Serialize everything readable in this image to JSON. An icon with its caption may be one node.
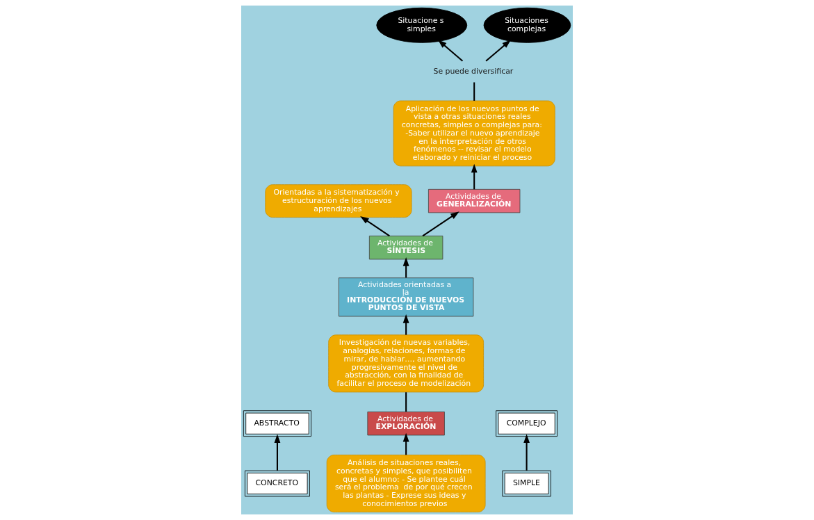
{
  "diagram": {
    "nodes": [
      {
        "text": [
          "ABSTRACTO"
        ]
      },
      {
        "text": [
          "Actividades de",
          "SÍNTESIS"
        ]
      },
      {
        "text": [
          "Orientadas a la sistematización y estructuración de los nuevos aprendizajes"
        ]
      },
      {
        "text": [
          "Actividades orientadas a la",
          "INTRODUCCIÓN DE NUEVOS PUNTOS DE VISTA"
        ]
      },
      {
        "text": [
          "Investigación de nuevas variables, analogías, relaciones, formas de mirar, de hablar…, aumentando progresivamente el nivel de abstracción, con la finalidad de facilitar el proceso de modelización"
        ]
      },
      {
        "text": [
          "Actividades de",
          "GENERALIZACIÓN"
        ]
      },
      {
        "text": [
          "Actividades de",
          "EXPLORACIÓN"
        ]
      },
      {
        "text": [
          "Aplicación de los nuevos puntos de vista a otras situaciones reales concretas, simples o complejas para: -Saber utilizar el nuevo aprendizaje en la interpretación de otros fenómenos -- revisar el modelo elaborado y reiniciar el proceso"
        ]
      },
      {
        "text": [
          "Situacione s simples"
        ]
      },
      {
        "text": [
          "Análisis de situaciones reales, concretas y simples, que posibiliten que el alumno: - Se plantee cuál será el problema  de por qué crecen las plantas - Exprese sus ideas y conocimientos previos"
        ]
      },
      {
        "text": [
          "Se puede diversificar"
        ]
      },
      {
        "text": [
          "Situaciones complejas"
        ]
      },
      {
        "text": [
          "CONCRETO"
        ]
      },
      {
        "text": [
          "SIMPLE"
        ]
      },
      {
        "text": [
          "COMPLEJO"
        ]
      }
    ],
    "edges": [
      {
        "from": 3,
        "to": 1,
        "arrow": "to"
      },
      {
        "from": 1,
        "to": 2,
        "arrow": "to"
      },
      {
        "from": 1,
        "to": 5,
        "arrow": "to"
      },
      {
        "from": 4,
        "to": 3,
        "arrow": "to"
      },
      {
        "from": 6,
        "to": 4,
        "arrow": "none"
      },
      {
        "from": 9,
        "to": 6,
        "arrow": "to"
      },
      {
        "from": 5,
        "to": 7,
        "arrow": "to"
      },
      {
        "from": 7,
        "to": 10,
        "arrow": "none"
      },
      {
        "from": 10,
        "to": 8,
        "arrow": "to"
      },
      {
        "from": 10,
        "to": 11,
        "arrow": "to"
      },
      {
        "from": 12,
        "to": 0,
        "arrow": "to"
      },
      {
        "from": 13,
        "to": 14,
        "arrow": "to"
      }
    ]
  }
}
